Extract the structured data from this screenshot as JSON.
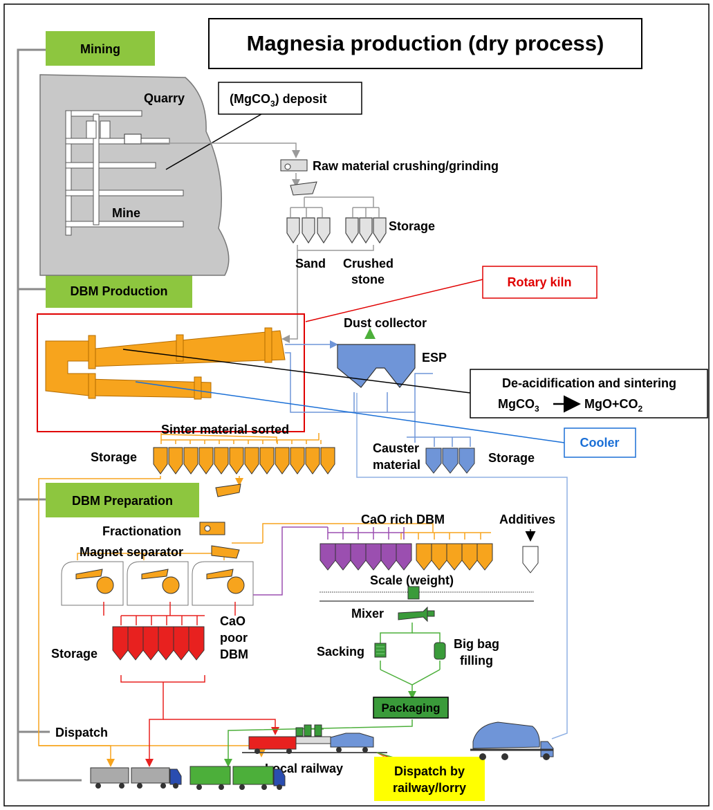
{
  "title": "Magnesia production (dry process)",
  "sections": {
    "mining": "Mining",
    "dbm_production": "DBM Production",
    "dbm_preparation": "DBM Preparation",
    "dispatch": "Dispatch"
  },
  "mining": {
    "quarry": "Quarry",
    "mine": "Mine",
    "deposit_prefix": "(MgCO",
    "deposit_sub": "3",
    "deposit_suffix": ") deposit",
    "crushing": "Raw material crushing/grinding",
    "storage": "Storage",
    "sand": "Sand",
    "crushed_1": "Crushed",
    "crushed_2": "stone"
  },
  "production": {
    "rotary_kiln": "Rotary kiln",
    "dust_collector": "Dust collector",
    "esp": "ESP",
    "reaction_title": "De-acidification and sintering",
    "reaction_left": "MgCO",
    "reaction_left_sub": "3",
    "reaction_right": "MgO+CO",
    "reaction_right_sub": "2",
    "cooler": "Cooler",
    "sinter_sorted": "Sinter material sorted",
    "storage_left": "Storage",
    "causter_1": "Causter",
    "causter_2": "material",
    "storage_right": "Storage"
  },
  "preparation": {
    "fractionation": "Fractionation",
    "magnet_separator": "Magnet separator",
    "cao_rich": "CaO rich DBM",
    "additives": "Additives",
    "scale": "Scale (weight)",
    "mixer": "Mixer",
    "sacking": "Sacking",
    "big_bag_1": "Big bag",
    "big_bag_2": "filling",
    "packaging": "Packaging",
    "storage": "Storage",
    "cao_poor_1": "CaO",
    "cao_poor_2": "poor",
    "cao_poor_3": "DBM"
  },
  "dispatch": {
    "local_railway": "Local railway",
    "dispatch_by_1": "Dispatch by",
    "dispatch_by_2": "railway/lorry"
  },
  "colors": {
    "section_green": "#8dc63f",
    "sinter_orange": "#f7a41d",
    "esp_blue": "#6f95d8",
    "cao_poor_red": "#e8211f",
    "cao_rich_purple": "#9b4fb0",
    "packaging_green": "#3a9b3a",
    "kiln_red_frame": "#e00000",
    "cooler_blue": "#1a6fd6",
    "dispatch_yellow": "#ffff00"
  }
}
